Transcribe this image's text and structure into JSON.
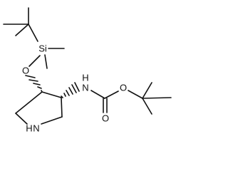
{
  "molecule": {
    "atoms": {
      "silicon": "Si",
      "silyl_ether_oxygen": "O",
      "carbamate_nitrogen": "N",
      "carbamate_nh_hydrogen": "H",
      "carbonyl_oxygen": "O",
      "ester_oxygen": "O",
      "ring_nitrogen": "N",
      "ring_nh_hydrogen": "H"
    },
    "colors": {
      "bond": "#111111",
      "label": "#111111",
      "background": "#ffffff"
    }
  }
}
